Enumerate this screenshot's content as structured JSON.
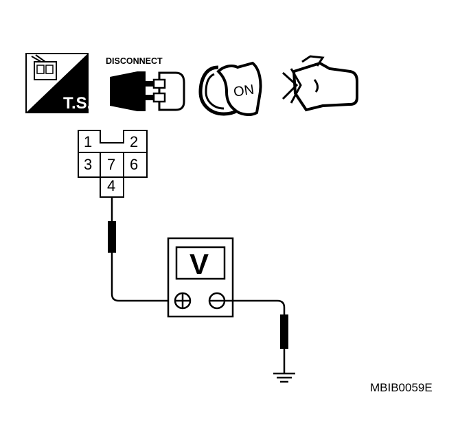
{
  "header_icons": {
    "ts_label": "T.S.",
    "disconnect_label": "DISCONNECT",
    "ignition_label": "ON"
  },
  "connector": {
    "pins": [
      "1",
      "2",
      "3",
      "7",
      "6",
      "4"
    ]
  },
  "meter": {
    "display": "V",
    "positive_symbol": "⊕",
    "negative_symbol": "⊖"
  },
  "figure_ref": "MBIB0059E"
}
